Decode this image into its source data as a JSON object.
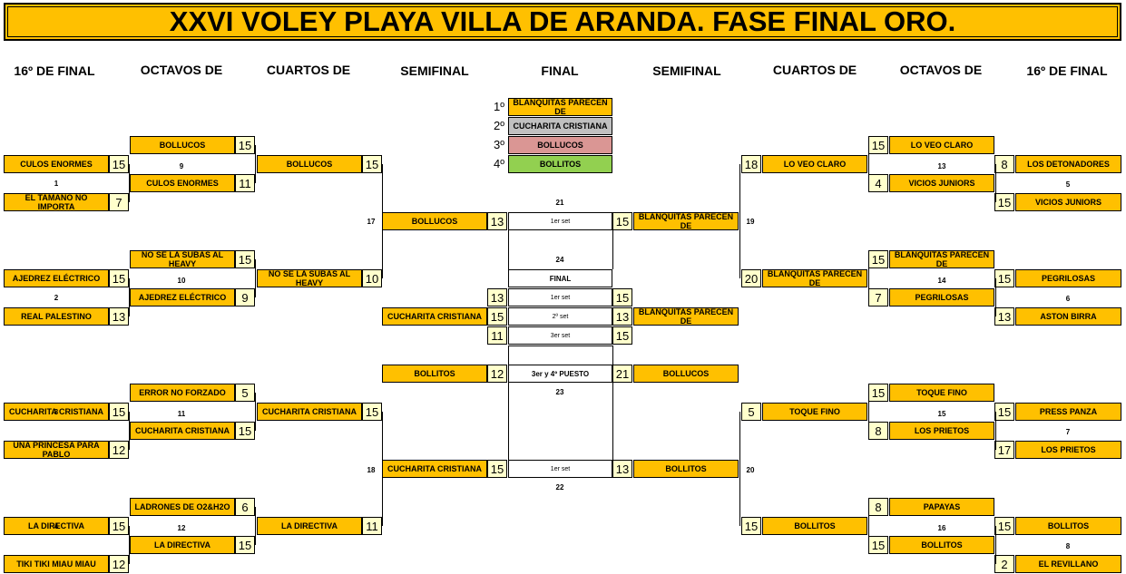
{
  "title": "XXVI VOLEY PLAYA VILLA DE ARANDA. FASE FINAL ORO.",
  "headers": [
    "16º DE FINAL",
    "OCTAVOS DE",
    "CUARTOS DE",
    "SEMIFINAL",
    "FINAL",
    "SEMIFINAL",
    "CUARTOS DE",
    "OCTAVOS DE",
    "16º DE FINAL"
  ],
  "podium": [
    {
      "rank": "1º",
      "team": "BLANQUITAS PARECEN DE",
      "color": "#FFC000"
    },
    {
      "rank": "2º",
      "team": "CUCHARITA CRISTIANA",
      "color": "#C0C0C0"
    },
    {
      "rank": "3º",
      "team": "BOLLUCOS",
      "color": "#DA9694"
    },
    {
      "rank": "4º",
      "team": "BOLLITOS",
      "color": "#92D050"
    }
  ],
  "left_r16": [
    {
      "team": "CULOS ENORMES",
      "score": "15"
    },
    {
      "team": "EL TAMAÑO NO IMPORTA",
      "score": "7"
    },
    {
      "team": "AJEDREZ ELÉCTRICO",
      "score": "15"
    },
    {
      "team": "REAL PALESTINO",
      "score": "13"
    },
    {
      "team": "CUCHARITA CRISTIANA",
      "score": "15"
    },
    {
      "team": "UNA PRINCESA PARA PABLO",
      "score": "12"
    },
    {
      "team": "LA DIRECTIVA",
      "score": "15"
    },
    {
      "team": "TIKI TIKI MIAU MIAU",
      "score": "12"
    }
  ],
  "left_r16_nums": [
    "1",
    "2",
    "3",
    "4"
  ],
  "left_r8": [
    {
      "team": "BOLLUCOS",
      "score": "15"
    },
    {
      "team": "CULOS ENORMES",
      "score": "11"
    },
    {
      "team": "NO SE LA SUBAS AL HEAVY",
      "score": "15"
    },
    {
      "team": "AJEDREZ ELÉCTRICO",
      "score": "9"
    },
    {
      "team": "ERROR NO FORZADO",
      "score": "5"
    },
    {
      "team": "CUCHARITA CRISTIANA",
      "score": "15"
    },
    {
      "team": "LADRONES DE O2&H2O",
      "score": "6"
    },
    {
      "team": "LA DIRECTIVA",
      "score": "15"
    }
  ],
  "left_r8_nums": [
    "9",
    "10",
    "11",
    "12"
  ],
  "left_qf": [
    {
      "team": "BOLLUCOS",
      "score": "15"
    },
    {
      "team": "NO SE LA SUBAS AL HEAVY",
      "score": "10"
    },
    {
      "team": "CUCHARITA CRISTIANA",
      "score": "15"
    },
    {
      "team": "LA DIRECTIVA",
      "score": "11"
    }
  ],
  "left_qf_nums": [
    "17",
    "18"
  ],
  "right_r16": [
    {
      "team": "LOS DETONADORES",
      "score": "8"
    },
    {
      "team": "VICIOS JUNIORS",
      "score": "15"
    },
    {
      "team": "PEGRILOSAS",
      "score": "15"
    },
    {
      "team": "ASTON BIRRA",
      "score": "13"
    },
    {
      "team": "PRESS PANZA",
      "score": "15"
    },
    {
      "team": "LOS PRIETOS",
      "score": "17"
    },
    {
      "team": "BOLLITOS",
      "score": "15"
    },
    {
      "team": "EL REVILLANO",
      "score": "2"
    }
  ],
  "right_r16_nums": [
    "5",
    "6",
    "7",
    "8"
  ],
  "right_r8": [
    {
      "team": "LO VEO CLARO",
      "score": "15"
    },
    {
      "team": "VICIOS JUNIORS",
      "score": "4"
    },
    {
      "team": "BLANQUITAS PARECEN DE",
      "score": "15"
    },
    {
      "team": "PEGRILOSAS",
      "score": "7"
    },
    {
      "team": "TOQUE FINO",
      "score": "15"
    },
    {
      "team": "LOS PRIETOS",
      "score": "8"
    },
    {
      "team": "PAPAYAS",
      "score": "8"
    },
    {
      "team": "BOLLITOS",
      "score": "15"
    }
  ],
  "right_r8_nums": [
    "13",
    "14",
    "15",
    "16"
  ],
  "right_qf": [
    {
      "team": "LO VEO CLARO",
      "score": "18"
    },
    {
      "team": "BLANQUITAS PARECEN DE",
      "score": "20"
    },
    {
      "team": "TOQUE FINO",
      "score": "5"
    },
    {
      "team": "BOLLITOS",
      "score": "15"
    }
  ],
  "right_qf_nums": [
    "19",
    "20"
  ],
  "semi1": {
    "num": "21",
    "left": {
      "team": "BOLLUCOS",
      "score": "13"
    },
    "set": "1er set",
    "right": {
      "team": "BLANQUITAS PARECEN DE",
      "score": "15"
    }
  },
  "semi2": {
    "num": "22",
    "left": {
      "team": "CUCHARITA CRISTIANA",
      "score": "15"
    },
    "set": "1er set",
    "right": {
      "team": "BOLLITOS",
      "score": "13"
    }
  },
  "final": {
    "num": "24",
    "label": "FINAL",
    "left_team": "CUCHARITA CRISTIANA",
    "right_team": "BLANQUITAS PARECEN DE",
    "sets": [
      {
        "label": "1er set",
        "left": "13",
        "right": "15"
      },
      {
        "label": "2º set",
        "left": "15",
        "right": "13"
      },
      {
        "label": "3er set",
        "left": "11",
        "right": "15"
      }
    ]
  },
  "third": {
    "num": "23",
    "label": "3er y 4º PUESTO",
    "left": {
      "team": "BOLLITOS",
      "score": "12"
    },
    "right": {
      "team": "BOLLUCOS",
      "score": "21"
    }
  }
}
